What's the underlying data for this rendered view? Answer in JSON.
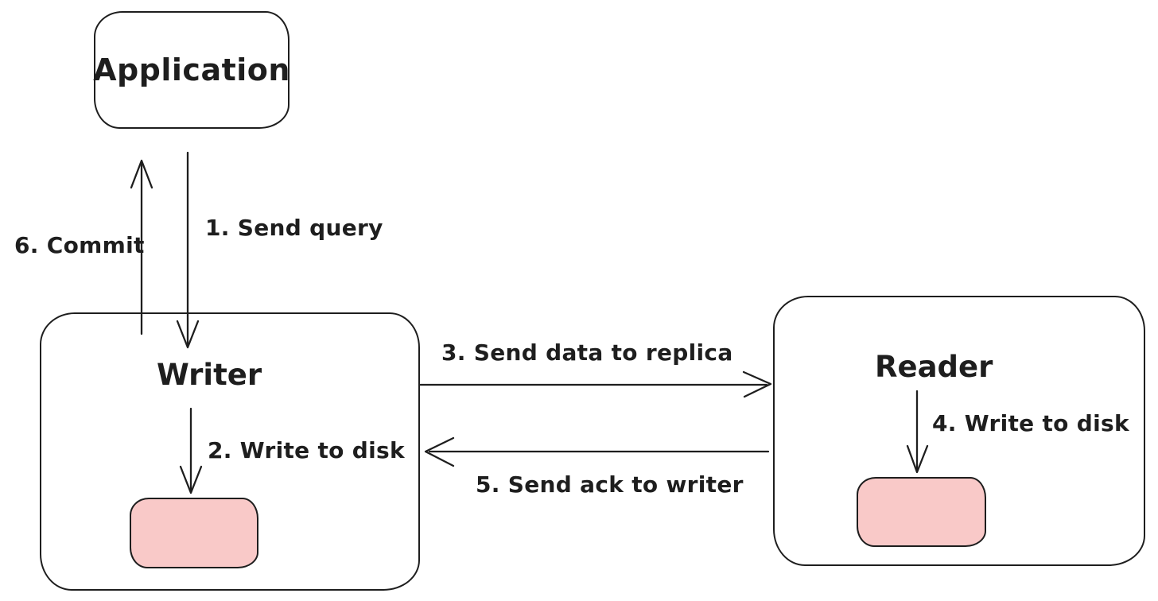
{
  "diagram": {
    "title": "database-replication-flow",
    "nodes": {
      "application": {
        "label": "Application"
      },
      "writer": {
        "label": "Writer"
      },
      "reader": {
        "label": "Reader"
      }
    },
    "disks": {
      "writer_disk": {
        "fill": "#f9c9c8"
      },
      "reader_disk": {
        "fill": "#f9c9c8"
      }
    },
    "arrows": [
      {
        "id": "send-query",
        "label": "1. Send query",
        "from": "application",
        "to": "writer"
      },
      {
        "id": "write-to-disk-writer",
        "label": "2. Write to disk",
        "from": "writer",
        "to": "writer-disk"
      },
      {
        "id": "send-data-to-replica",
        "label": "3. Send data to replica",
        "from": "writer",
        "to": "reader"
      },
      {
        "id": "write-to-disk-reader",
        "label": "4. Write to disk",
        "from": "reader",
        "to": "reader-disk"
      },
      {
        "id": "send-ack-to-writer",
        "label": "5. Send ack to writer",
        "from": "reader",
        "to": "writer"
      },
      {
        "id": "commit",
        "label": "6. Commit",
        "from": "writer",
        "to": "application"
      }
    ],
    "colors": {
      "stroke": "#1e1e1e",
      "disk_fill": "#f9c9c8",
      "background": "#ffffff"
    }
  }
}
